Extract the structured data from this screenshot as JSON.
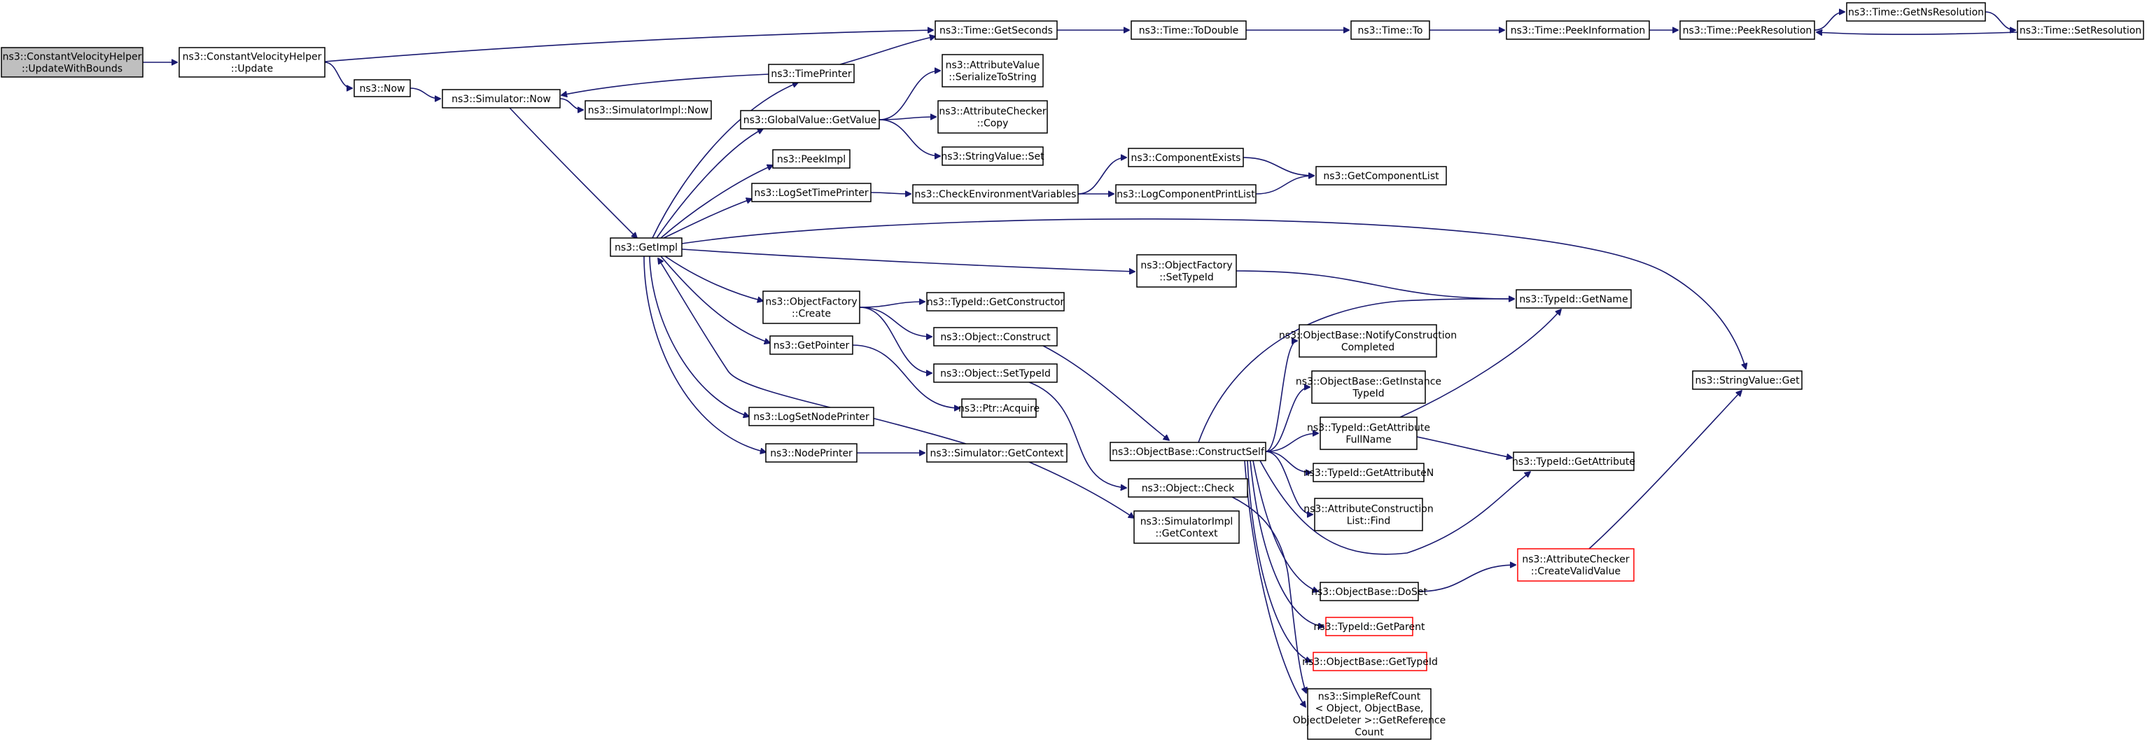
{
  "title": "",
  "colors": {
    "edge": "#191970",
    "node_border": "#000000",
    "node_fill": "#ffffff",
    "root_fill": "#bfbfbf",
    "truncated_border": "#ff0000"
  },
  "nodes": [
    {
      "id": "root",
      "lines": [
        "ns3::ConstantVelocityHelper",
        "::UpdateWithBounds"
      ],
      "style": "root"
    },
    {
      "id": "cvh_update",
      "lines": [
        "ns3::ConstantVelocityHelper",
        "::Update"
      ]
    },
    {
      "id": "now",
      "lines": [
        "ns3::Now"
      ]
    },
    {
      "id": "sim_now",
      "lines": [
        "ns3::Simulator::Now"
      ]
    },
    {
      "id": "simimpl_now",
      "lines": [
        "ns3::SimulatorImpl::Now"
      ]
    },
    {
      "id": "time_getseconds",
      "lines": [
        "ns3::Time::GetSeconds"
      ]
    },
    {
      "id": "time_todouble",
      "lines": [
        "ns3::Time::ToDouble"
      ]
    },
    {
      "id": "time_to",
      "lines": [
        "ns3::Time::To"
      ]
    },
    {
      "id": "time_peekinfo",
      "lines": [
        "ns3::Time::PeekInformation"
      ]
    },
    {
      "id": "time_peekres",
      "lines": [
        "ns3::Time::PeekResolution"
      ]
    },
    {
      "id": "time_getnsres",
      "lines": [
        "ns3::Time::GetNsResolution"
      ]
    },
    {
      "id": "time_setres",
      "lines": [
        "ns3::Time::SetResolution"
      ]
    },
    {
      "id": "timeprinter",
      "lines": [
        "ns3::TimePrinter"
      ]
    },
    {
      "id": "gv_getvalue",
      "lines": [
        "ns3::GlobalValue::GetValue"
      ]
    },
    {
      "id": "av_serialize",
      "lines": [
        "ns3::AttributeValue",
        "::SerializeToString"
      ]
    },
    {
      "id": "ac_copy",
      "lines": [
        "ns3::AttributeChecker",
        "::Copy"
      ]
    },
    {
      "id": "sv_set",
      "lines": [
        "ns3::StringValue::Set"
      ]
    },
    {
      "id": "peekimpl",
      "lines": [
        "ns3::PeekImpl"
      ]
    },
    {
      "id": "logsettimeprinter",
      "lines": [
        "ns3::LogSetTimePrinter"
      ]
    },
    {
      "id": "checkenv",
      "lines": [
        "ns3::CheckEnvironmentVariables"
      ]
    },
    {
      "id": "compexists",
      "lines": [
        "ns3::ComponentExists"
      ]
    },
    {
      "id": "logcompprintlist",
      "lines": [
        "ns3::LogComponentPrintList"
      ]
    },
    {
      "id": "getcomplist",
      "lines": [
        "ns3::GetComponentList"
      ]
    },
    {
      "id": "getimpl",
      "lines": [
        "ns3::GetImpl"
      ]
    },
    {
      "id": "of_settypeid",
      "lines": [
        "ns3::ObjectFactory",
        "::SetTypeId"
      ]
    },
    {
      "id": "of_create",
      "lines": [
        "ns3::ObjectFactory",
        "::Create"
      ]
    },
    {
      "id": "tid_getctor",
      "lines": [
        "ns3::TypeId::GetConstructor"
      ]
    },
    {
      "id": "obj_construct",
      "lines": [
        "ns3::Object::Construct"
      ]
    },
    {
      "id": "obj_settypeid",
      "lines": [
        "ns3::Object::SetTypeId"
      ]
    },
    {
      "id": "getpointer",
      "lines": [
        "ns3::GetPointer"
      ]
    },
    {
      "id": "ptr_acquire",
      "lines": [
        "ns3::Ptr::Acquire"
      ]
    },
    {
      "id": "logsetnodeprinter",
      "lines": [
        "ns3::LogSetNodePrinter"
      ]
    },
    {
      "id": "nodeprinter",
      "lines": [
        "ns3::NodePrinter"
      ]
    },
    {
      "id": "sim_getcontext",
      "lines": [
        "ns3::Simulator::GetContext"
      ]
    },
    {
      "id": "simimpl_getcontext",
      "lines": [
        "ns3::SimulatorImpl",
        "::GetContext"
      ]
    },
    {
      "id": "ob_constructself",
      "lines": [
        "ns3::ObjectBase::ConstructSelf"
      ]
    },
    {
      "id": "obj_check",
      "lines": [
        "ns3::Object::Check"
      ]
    },
    {
      "id": "ob_notify",
      "lines": [
        "ns3::ObjectBase::NotifyConstruction",
        "Completed"
      ]
    },
    {
      "id": "ob_getinstancetid",
      "lines": [
        "ns3::ObjectBase::GetInstance",
        "TypeId"
      ]
    },
    {
      "id": "tid_getattrfullname",
      "lines": [
        "ns3::TypeId::GetAttribute",
        "FullName"
      ]
    },
    {
      "id": "tid_getattrn",
      "lines": [
        "ns3::TypeId::GetAttributeN"
      ]
    },
    {
      "id": "acl_find",
      "lines": [
        "ns3::AttributeConstruction",
        "List::Find"
      ]
    },
    {
      "id": "ob_doset",
      "lines": [
        "ns3::ObjectBase::DoSet"
      ]
    },
    {
      "id": "tid_getparent",
      "lines": [
        "ns3::TypeId::GetParent"
      ],
      "style": "truncated"
    },
    {
      "id": "ob_gettypeid",
      "lines": [
        "ns3::ObjectBase::GetTypeId"
      ],
      "style": "truncated"
    },
    {
      "id": "srcount",
      "lines": [
        "ns3::SimpleRefCount",
        "< Object, ObjectBase,",
        " ObjectDeleter >::GetReference",
        "Count"
      ]
    },
    {
      "id": "tid_getname",
      "lines": [
        "ns3::TypeId::GetName"
      ]
    },
    {
      "id": "tid_getattr",
      "lines": [
        "ns3::TypeId::GetAttribute"
      ]
    },
    {
      "id": "ac_createvalid",
      "lines": [
        "ns3::AttributeChecker",
        "::CreateValidValue"
      ],
      "style": "truncated"
    },
    {
      "id": "sv_get",
      "lines": [
        "ns3::StringValue::Get"
      ]
    }
  ],
  "edges": [
    {
      "from": "root",
      "to": "cvh_update"
    },
    {
      "from": "cvh_update",
      "to": "time_getseconds"
    },
    {
      "from": "cvh_update",
      "to": "now"
    },
    {
      "from": "now",
      "to": "sim_now"
    },
    {
      "from": "sim_now",
      "to": "simimpl_now"
    },
    {
      "from": "sim_now",
      "to": "getimpl"
    },
    {
      "from": "time_getseconds",
      "to": "time_todouble"
    },
    {
      "from": "time_todouble",
      "to": "time_to"
    },
    {
      "from": "time_to",
      "to": "time_peekinfo"
    },
    {
      "from": "time_peekinfo",
      "to": "time_peekres"
    },
    {
      "from": "time_peekres",
      "to": "time_getnsres"
    },
    {
      "from": "time_getnsres",
      "to": "time_setres"
    },
    {
      "from": "time_setres",
      "to": "time_peekres"
    },
    {
      "from": "timeprinter",
      "to": "time_getseconds"
    },
    {
      "from": "timeprinter",
      "to": "sim_now"
    },
    {
      "from": "getimpl",
      "to": "timeprinter"
    },
    {
      "from": "getimpl",
      "to": "gv_getvalue"
    },
    {
      "from": "getimpl",
      "to": "peekimpl"
    },
    {
      "from": "getimpl",
      "to": "logsettimeprinter"
    },
    {
      "from": "getimpl",
      "to": "of_settypeid"
    },
    {
      "from": "getimpl",
      "to": "sv_get"
    },
    {
      "from": "getimpl",
      "to": "of_create"
    },
    {
      "from": "getimpl",
      "to": "getpointer"
    },
    {
      "from": "getimpl",
      "to": "logsetnodeprinter"
    },
    {
      "from": "getimpl",
      "to": "nodeprinter"
    },
    {
      "from": "gv_getvalue",
      "to": "av_serialize"
    },
    {
      "from": "gv_getvalue",
      "to": "ac_copy"
    },
    {
      "from": "gv_getvalue",
      "to": "sv_set"
    },
    {
      "from": "logsettimeprinter",
      "to": "checkenv"
    },
    {
      "from": "checkenv",
      "to": "compexists"
    },
    {
      "from": "checkenv",
      "to": "logcompprintlist"
    },
    {
      "from": "compexists",
      "to": "getcomplist"
    },
    {
      "from": "logcompprintlist",
      "to": "getcomplist"
    },
    {
      "from": "of_settypeid",
      "to": "tid_getname"
    },
    {
      "from": "of_create",
      "to": "tid_getctor"
    },
    {
      "from": "of_create",
      "to": "obj_construct"
    },
    {
      "from": "of_create",
      "to": "obj_settypeid"
    },
    {
      "from": "getpointer",
      "to": "ptr_acquire"
    },
    {
      "from": "nodeprinter",
      "to": "sim_getcontext"
    },
    {
      "from": "sim_getcontext",
      "to": "getimpl"
    },
    {
      "from": "sim_getcontext",
      "to": "simimpl_getcontext"
    },
    {
      "from": "obj_construct",
      "to": "ob_constructself"
    },
    {
      "from": "obj_settypeid",
      "to": "obj_check"
    },
    {
      "from": "ob_constructself",
      "to": "tid_getname"
    },
    {
      "from": "ob_constructself",
      "to": "ob_notify"
    },
    {
      "from": "ob_constructself",
      "to": "ob_getinstancetid"
    },
    {
      "from": "ob_constructself",
      "to": "tid_getattrfullname"
    },
    {
      "from": "ob_constructself",
      "to": "tid_getattrn"
    },
    {
      "from": "ob_constructself",
      "to": "acl_find"
    },
    {
      "from": "ob_constructself",
      "to": "tid_getattr"
    },
    {
      "from": "ob_constructself",
      "to": "ob_doset"
    },
    {
      "from": "ob_constructself",
      "to": "tid_getparent"
    },
    {
      "from": "ob_constructself",
      "to": "ob_gettypeid"
    },
    {
      "from": "ob_constructself",
      "to": "srcount"
    },
    {
      "from": "tid_getattrfullname",
      "to": "tid_getname"
    },
    {
      "from": "tid_getattrfullname",
      "to": "tid_getattr"
    },
    {
      "from": "ob_doset",
      "to": "ac_createvalid"
    },
    {
      "from": "ac_createvalid",
      "to": "sv_get"
    },
    {
      "from": "obj_check",
      "to": "srcount"
    }
  ]
}
